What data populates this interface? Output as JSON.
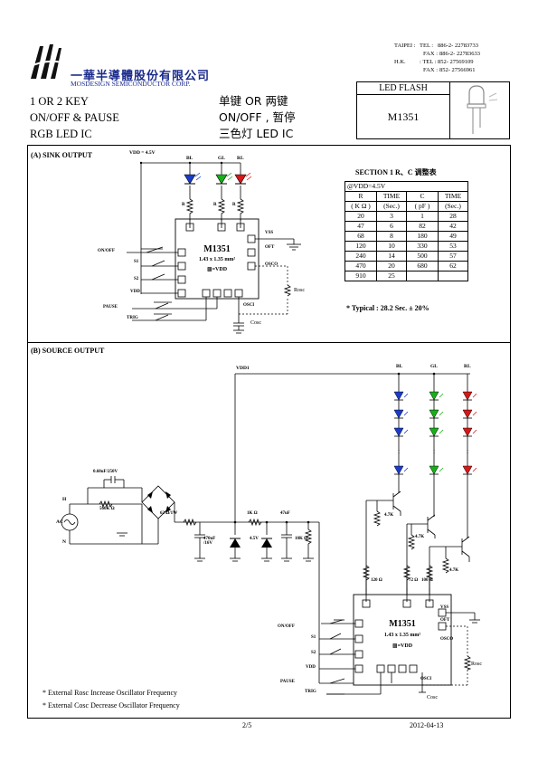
{
  "header": {
    "company_cn": "一華半導體股份有限公司",
    "company_en": "MOSDESIGN SEMICONDUCTOR CORP.",
    "contacts": [
      {
        "city": "TAIPEI :",
        "label": "TEL :",
        "value": "886-2- 22783733"
      },
      {
        "city": "",
        "label": "FAX :",
        "value": "886-2- 22783633"
      },
      {
        "city": "H.K.",
        "label": ": TEL :",
        "value": "852-   27569109"
      },
      {
        "city": "",
        "label": "FAX :",
        "value": "852-   27566961"
      }
    ]
  },
  "product": {
    "line1_en": "1 OR 2 KEY",
    "line2_en": "ON/OFF & PAUSE",
    "line3_en": "RGB LED IC",
    "line1_cn": "单键  OR  两键",
    "line2_cn": "ON/OFF , 暂停",
    "line3_cn": "三色灯 LED IC",
    "box_title": "LED FLASH",
    "part_number": "M1351"
  },
  "sink": {
    "title": "(A) SINK OUTPUT",
    "vdd": "VDD = 4.5V",
    "leds": [
      "BL",
      "GL",
      "RL"
    ],
    "chip_name": "M1351",
    "chip_size": "1.43 x 1.35 mm²",
    "chip_sub": "▩=VDD",
    "pins_left": [
      "ON/OFF",
      "S1",
      "S2",
      "VDD",
      "PAUSE",
      "TRIG"
    ],
    "pins_right": [
      "VSS",
      "OFT",
      "OSCO",
      "OSCI"
    ],
    "r_label": "R",
    "rosc": "Rosc",
    "cosc": "Cosc"
  },
  "rc_table": {
    "section": "SECTION 1    R、C 调整表",
    "condition": "@VDD=4.5V",
    "headers": [
      "R",
      "TIME",
      "C",
      "TIME"
    ],
    "units": [
      "( K Ω )",
      "(Sec.)",
      "( pF )",
      "(Sec.)"
    ],
    "rows": [
      [
        "20",
        "3",
        "1",
        "28"
      ],
      [
        "47",
        "6",
        "82",
        "42"
      ],
      [
        "68",
        "8",
        "180",
        "49"
      ],
      [
        "120",
        "10",
        "330",
        "53"
      ],
      [
        "240",
        "14",
        "500",
        "57"
      ],
      [
        "470",
        "20",
        "680",
        "62"
      ],
      [
        "910",
        "25",
        "",
        ""
      ]
    ],
    "typical": "* Typical : 28.2 Sec. ± 20%"
  },
  "source": {
    "title": "(B) SOURCE OUTPUT",
    "vdd1": "VDD1",
    "cap_x": "0.68uF/250V",
    "r_x": "560K Ω",
    "r_in": "62 Ω/1W",
    "r_1k": "1K Ω",
    "cap_47": "47uF",
    "cap_470": "470uF /16V",
    "zener": "4.5V",
    "r_10k": "10K Ω",
    "r_47k": "4.7K",
    "r_120": "120 Ω",
    "r_72": "72 Ω",
    "r_100": "100 Ω",
    "ac": "AC",
    "h": "H",
    "n": "N"
  },
  "notes": [
    "* External Rosc Increase Oscillator Frequency",
    "* External Cosc Decrease Oscillator Frequency"
  ],
  "footer": {
    "page": "2/5",
    "date": "2012-04-13"
  }
}
